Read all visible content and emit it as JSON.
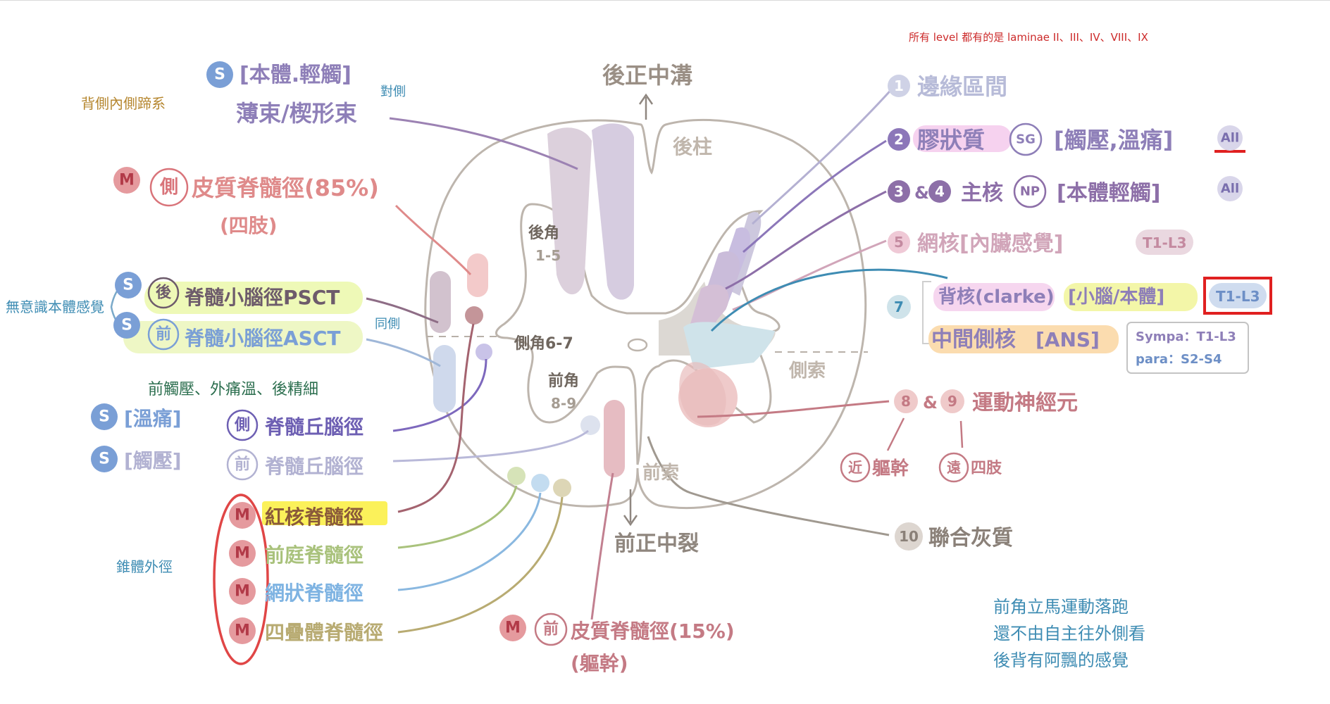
{
  "header_note": "所有 level 都有的是 laminae II、III、IV、VIII、IX",
  "colors": {
    "S": "#7a9fd6",
    "M": "#d9747a",
    "outline": "#bdb5ad",
    "purple": "#8e7fb8",
    "red_box": "#e02020",
    "lavender": "#b3a8d3",
    "teal": "#3e8cb3"
  },
  "top": {
    "posterior_sulcus": "後正中溝",
    "posterior_column": "後柱"
  },
  "horns": {
    "dorsal_horn": "後角",
    "dorsal_range": "1-5",
    "lateral_horn": "側角6-7",
    "ventral_horn": "前角",
    "ventral_range": "8-9"
  },
  "bottom": {
    "anterior_fissure": "前正中裂",
    "anterior_funiculus": "前索",
    "lateral_funiculus": "側索"
  },
  "left": {
    "dcml_group": "背側內側蹄系",
    "s1_badge": "S",
    "s1_text": "[本體.輕觸]",
    "contra_note": "對側",
    "fasciculus": "薄束/楔形束",
    "m1_badge": "M",
    "m1_circle": "側",
    "m1_text": "皮質脊髓徑(85%)",
    "m1_note": "(四肢)",
    "unconscious_group": "無意識本體感覺",
    "pscct_badge": "S",
    "pscct_circle": "後",
    "pscct_text": "脊髓小腦徑PSCT",
    "ascct_badge": "S",
    "ascct_circle": "前",
    "ascct_text": "脊髓小腦徑ASCT",
    "ipsi_note": "同側",
    "sens_summary": "前觸壓、外痛溫、後精細",
    "stt_lat_badge": "S",
    "stt_lat_text": "[溫痛]",
    "stt_lat_circle": "側",
    "stt_lat_name": "脊髓丘腦徑",
    "stt_ant_badge": "S",
    "stt_ant_text": "[觸壓]",
    "stt_ant_circle": "前",
    "stt_ant_name": "脊髓丘腦徑",
    "extrapyramidal": "錐體外徑",
    "ep_badge": "M",
    "ep_rubro": "紅核脊髓徑",
    "ep_vestibulo": "前庭脊髓徑",
    "ep_reticulo": "網狀脊髓徑",
    "ep_tecto": "四疊體脊髓徑"
  },
  "bottom_center": {
    "badge": "M",
    "circle": "前",
    "text": "皮質脊髓徑(15%)",
    "note": "(軀幹)"
  },
  "right": {
    "n1": "1",
    "l1": "邊緣區間",
    "n2": "2",
    "l2_name": "膠狀質",
    "l2_sg": "SG",
    "l2_bracket": "[觸壓,溫痛]",
    "l2_all": "All",
    "n3": "3",
    "n4": "4",
    "amp": "&",
    "l34_name": "主核",
    "l34_np": "NP",
    "l34_bracket": "[本體輕觸]",
    "l34_all": "All",
    "n5": "5",
    "l5": "網核[內臟感覺]",
    "l5_range": "T1-L3",
    "n7": "7",
    "l7a_name": "背核(clarke)",
    "l7a_bracket": "[小腦/本體]",
    "l7a_range": "T1-L3",
    "l7b_name": "中間側核",
    "l7b_bracket": "[ANS]",
    "sympa": "Sympa：T1-L3",
    "para": "para：S2-S4",
    "n8": "8",
    "n9": "9",
    "l89": "運動神經元",
    "near_circle": "近",
    "near_text": "軀幹",
    "far_circle": "遠",
    "far_text": "四肢",
    "n10": "10",
    "l10": "聯合灰質"
  },
  "mnemonic": [
    "前角立馬運動落跑",
    "還不由自主往外側看",
    "後背有阿飄的感覺"
  ]
}
